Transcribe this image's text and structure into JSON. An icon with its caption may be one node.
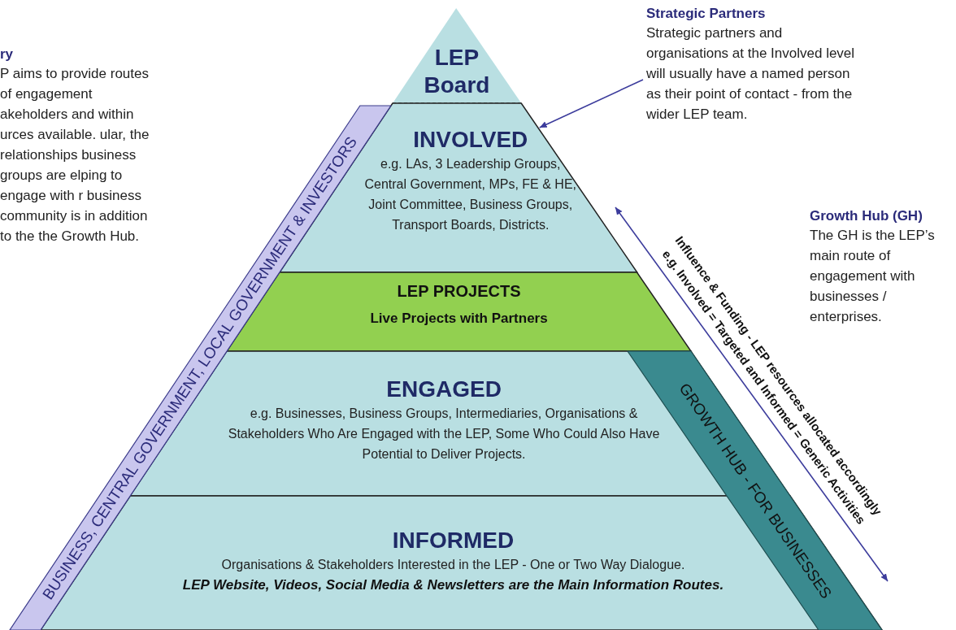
{
  "diagram": {
    "nodes": [
      {
        "text": [
          "LEP Board"
        ]
      },
      {
        "text": [
          "INVOLVED",
          "e.g. LAs, 3 Leadership Groups, Central Government, MPs, FE & HE, Joint Committee, Business Groups, Transport Boards, Districts."
        ]
      },
      {
        "text": [
          "LEP PROJECTS",
          "Live Projects with Partners"
        ]
      },
      {
        "text": [
          "ENGAGED",
          "e.g. Businesses, Business Groups, Intermediaries, Organisations & Stakeholders Who Are Engaged with the LEP, Some Who Could Also Have Potential to Deliver Projects."
        ]
      },
      {
        "text": [
          "INFORMED",
          "Organisations & Stakeholders Interested in the LEP - One or Two Way Dialogue.",
          "LEP Website, Videos, Social Media & Newsletters are the Main Information Routes."
        ]
      },
      {
        "text": [
          "BUSINESS, CENTRAL GOVERNMENT, LOCAL GOVERNMENT & INVESTORS"
        ]
      },
      {
        "text": [
          "GROWTH HUB - FOR BUSINESSES"
        ]
      },
      {
        "text": [
          "Strategic Partners",
          "Strategic partners and organisations at the Involved level will usually have a named person as their point of contact - from the wider LEP team."
        ]
      }
    ],
    "edges": [
      {
        "from": 7,
        "to": 1,
        "arrow": "to"
      }
    ],
    "labels": [
      "ry",
      "P aims to provide routes of engagement akeholders and within urces available. ular, the relationships business groups are elping to engage with r business community is in addition to the the Growth Hub.",
      "Growth Hub (GH)",
      "The GH is the LEP’s main route of engagement with businesses / enterprises.",
      "Influence & Funding - LEP resources allocated accordingly",
      "e.g. Involved = Targeted and Informed = Generic Activities"
    ]
  }
}
